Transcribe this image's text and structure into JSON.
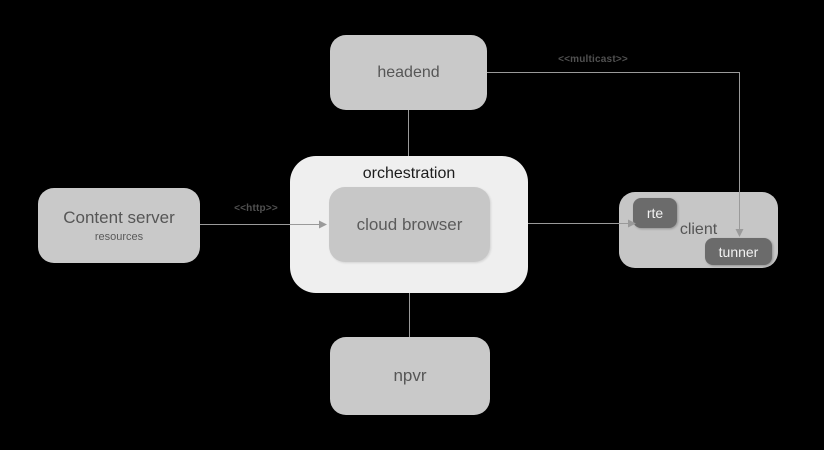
{
  "diagram": {
    "nodes": {
      "headend": {
        "label": "headend"
      },
      "content_server": {
        "label": "Content server",
        "sublabel": "resources"
      },
      "orchestration": {
        "label": "orchestration"
      },
      "cloud_browser": {
        "label": "cloud browser"
      },
      "client": {
        "label": "client"
      },
      "rte": {
        "label": "rte"
      },
      "tunner": {
        "label": "tunner"
      },
      "npvr": {
        "label": "npvr"
      }
    },
    "edge_labels": {
      "http": "<<http>>",
      "multicast": "<<multicast>>"
    },
    "colors": {
      "background": "#000000",
      "node_fill": "#c9c9c9",
      "container_fill": "#efefef",
      "component_fill": "#6b6b6b",
      "node_text": "#565656",
      "container_text": "#1c1c1c",
      "component_text": "#f2f2f2",
      "connector": "#9a9a9a",
      "edge_label_text": "#515151"
    }
  }
}
